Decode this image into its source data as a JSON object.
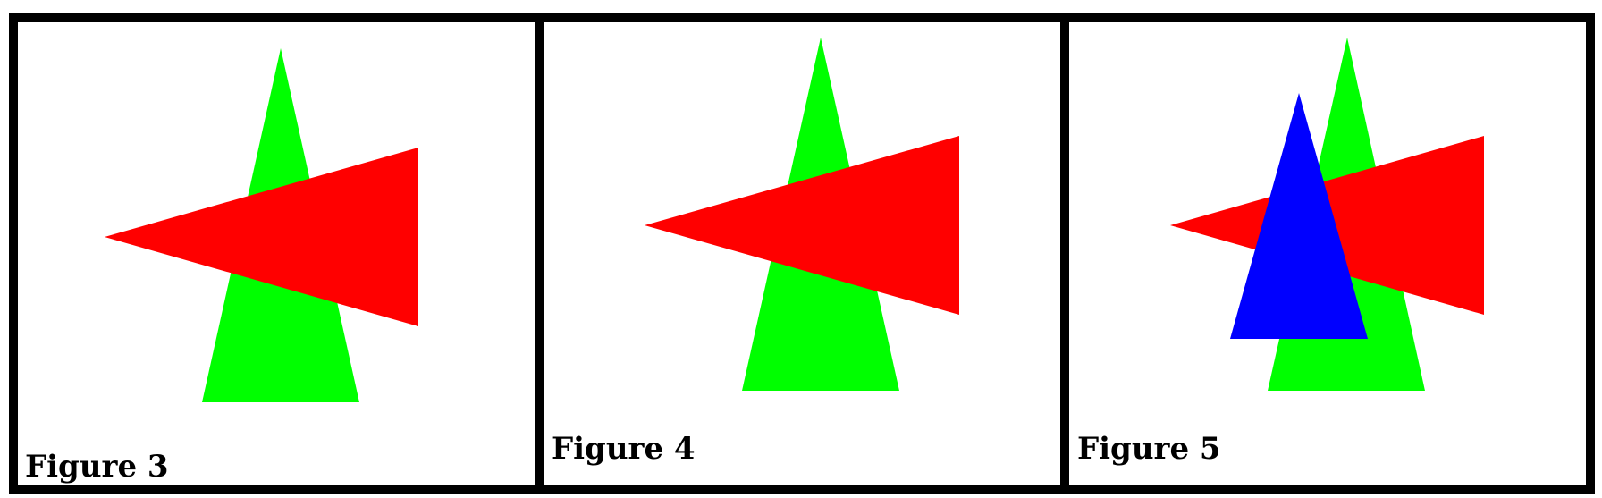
{
  "panels": [
    {
      "label": "Figure 3",
      "shapes": [
        {
          "name": "green-triangle",
          "color": "#00ff00"
        },
        {
          "name": "red-triangle",
          "color": "#ff0000"
        }
      ]
    },
    {
      "label": "Figure 4",
      "shapes": [
        {
          "name": "green-triangle",
          "color": "#00ff00"
        },
        {
          "name": "red-triangle",
          "color": "#ff0000"
        }
      ]
    },
    {
      "label": "Figure 5",
      "shapes": [
        {
          "name": "green-triangle",
          "color": "#00ff00"
        },
        {
          "name": "red-triangle",
          "color": "#ff0000"
        },
        {
          "name": "blue-triangle",
          "color": "#0000ff"
        }
      ]
    }
  ],
  "colors": {
    "border": "#000000",
    "background": "#ffffff"
  }
}
